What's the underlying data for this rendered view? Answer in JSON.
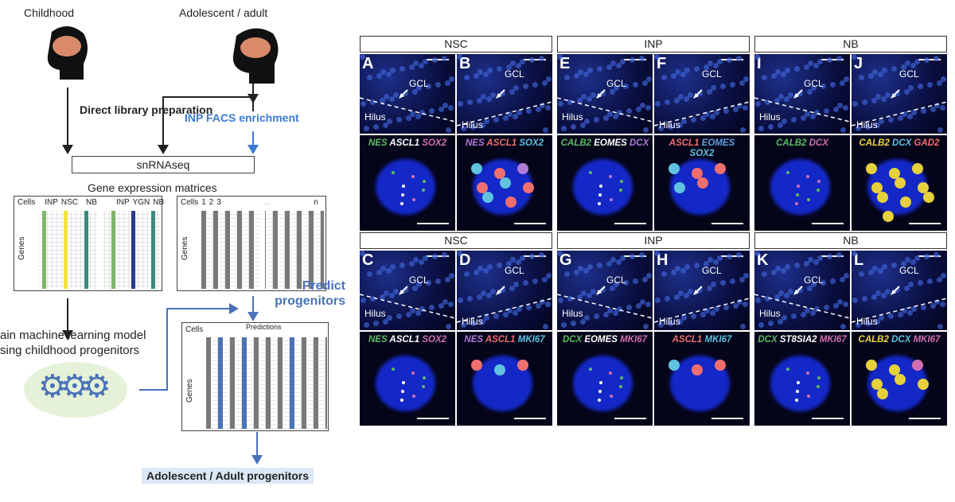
{
  "left": {
    "childhood": "Childhood",
    "adult": "Adolescent / adult",
    "direct": "Direct library preparation",
    "facs": "INP FACS enrichment",
    "snrnaseq": "snRNAseq",
    "matrices": "Gene expression matrices",
    "m1_cols": [
      "Cells",
      "INP",
      "NSC",
      "NB",
      "INP",
      "YGN",
      "NB"
    ],
    "m2_cols": [
      "Cells",
      "1",
      "2",
      "3",
      "...",
      "n"
    ],
    "genes": "Genes",
    "train": "ain machine learning model",
    "train2": "sing childhood progenitors",
    "predict": "Predict progenitors",
    "predictions": "Predictions",
    "cells": "Cells",
    "result": "Adolescent / Adult progenitors"
  },
  "groups": [
    {
      "title": "NSC",
      "top": [
        {
          "letter": "A",
          "markers": [
            [
              "NES",
              "#5dbb63"
            ],
            [
              "ASCL1",
              "#ffffff"
            ],
            [
              "SOX2",
              "#d36fb0"
            ]
          ],
          "dots": []
        },
        {
          "letter": "B",
          "markers": [
            [
              "NES",
              "#b07ad8"
            ],
            [
              "ASCL1",
              "#ef6f6f"
            ],
            [
              "SOX2",
              "#5fc3e0"
            ]
          ],
          "dots": [
            "#5fc3e0",
            "#ef6f6f",
            "#b07ad8",
            "#ef6f6f",
            "#5fc3e0",
            "#ef6f6f",
            "#5fc3e0",
            "#ef6f6f"
          ]
        }
      ],
      "bottom": [
        {
          "letter": "C",
          "markers": [
            [
              "NES",
              "#5dbb63"
            ],
            [
              "ASCL1",
              "#ffffff"
            ],
            [
              "SOX2",
              "#d36fb0"
            ]
          ],
          "dots": []
        },
        {
          "letter": "D",
          "markers": [
            [
              "NES",
              "#b07ad8"
            ],
            [
              "ASCL1",
              "#ef6f6f"
            ],
            [
              "MKI67",
              "#5fc3e0"
            ]
          ],
          "dots": [
            "#ef6f6f",
            "#5fc3e0",
            "#ef6f6f"
          ]
        }
      ]
    },
    {
      "title": "INP",
      "top": [
        {
          "letter": "E",
          "markers": [
            [
              "CALB2",
              "#5dbb63"
            ],
            [
              "EOMES",
              "#ffffff"
            ],
            [
              "DCX",
              "#b07ad8"
            ]
          ],
          "dots": []
        },
        {
          "letter": "F",
          "markers": [
            [
              "ASCL1",
              "#ef6f6f"
            ],
            [
              "EOMES",
              "#5fa0e0"
            ],
            [
              "SOX2",
              "#5fc3e0"
            ]
          ],
          "dots": [
            "#5fc3e0",
            "#ef6f6f",
            "#ef6f6f",
            "#5fc3e0",
            "#ef6f6f"
          ]
        }
      ],
      "bottom": [
        {
          "letter": "G",
          "markers": [
            [
              "DCX",
              "#5dbb63"
            ],
            [
              "EOMES",
              "#ffffff"
            ],
            [
              "MKI67",
              "#d36fb0"
            ]
          ],
          "dots": []
        },
        {
          "letter": "H",
          "markers": [
            [
              "ASCL1",
              "#ef6f6f"
            ],
            [
              "MKI67",
              "#5fc3e0"
            ]
          ],
          "dots": [
            "#5fc3e0",
            "#ef6f6f",
            "#ef6f6f"
          ]
        }
      ]
    },
    {
      "title": "NB",
      "top": [
        {
          "letter": "I",
          "markers": [
            [
              "CALB2",
              "#5dbb63"
            ],
            [
              "DCX",
              "#d36fb0"
            ]
          ],
          "dots": []
        },
        {
          "letter": "J",
          "markers": [
            [
              "CALB2",
              "#f0d840"
            ],
            [
              "DCX",
              "#5fc3e0"
            ],
            [
              "GAD2",
              "#ef6f6f"
            ]
          ],
          "dots": [
            "#e6d03c",
            "#e6d03c",
            "#e6d03c",
            "#e6d03c",
            "#e6d03c",
            "#e6d03c",
            "#e6d03c",
            "#e6d03c",
            "#e6d03c",
            "#e6d03c"
          ]
        }
      ],
      "bottom": [
        {
          "letter": "K",
          "markers": [
            [
              "DCX",
              "#5dbb63"
            ],
            [
              "ST8SIA2",
              "#ffffff"
            ],
            [
              "MKI67",
              "#d36fb0"
            ]
          ],
          "dots": []
        },
        {
          "letter": "L",
          "markers": [
            [
              "CALB2",
              "#f0d840"
            ],
            [
              "DCX",
              "#5fc3e0"
            ],
            [
              "MKI67",
              "#d36fb0"
            ]
          ],
          "dots": [
            "#e6d03c",
            "#e6d03c",
            "#d36fb0",
            "#e6d03c",
            "#e6d03c",
            "#e6d03c",
            "#e6d03c"
          ]
        }
      ]
    }
  ],
  "tissue": {
    "gcl": "GCL",
    "hilus": "Hilus"
  }
}
